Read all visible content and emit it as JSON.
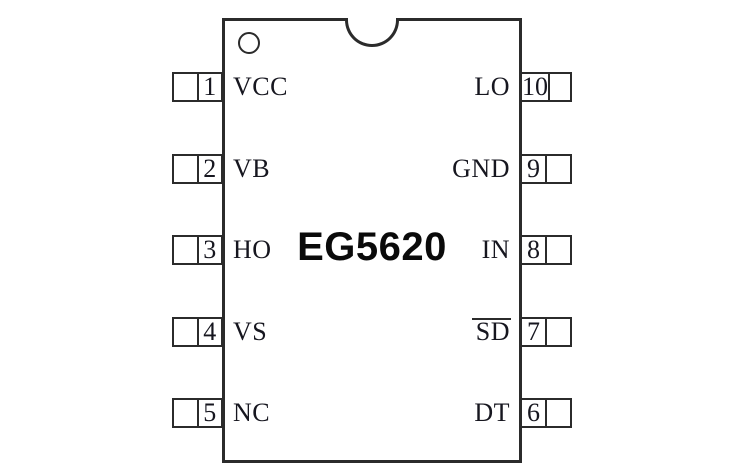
{
  "diagram": {
    "part_number": "EG5620",
    "left_pins": [
      {
        "number": "1",
        "label": "VCC",
        "overline": false
      },
      {
        "number": "2",
        "label": "VB",
        "overline": false
      },
      {
        "number": "3",
        "label": "HO",
        "overline": false
      },
      {
        "number": "4",
        "label": "VS",
        "overline": false
      },
      {
        "number": "5",
        "label": "NC",
        "overline": false
      }
    ],
    "right_pins": [
      {
        "number": "10",
        "label": "LO",
        "overline": false
      },
      {
        "number": "9",
        "label": "GND",
        "overline": false
      },
      {
        "number": "8",
        "label": "IN",
        "overline": false
      },
      {
        "number": "7",
        "label": "SD",
        "overline": true
      },
      {
        "number": "6",
        "label": "DT",
        "overline": false
      }
    ],
    "colors": {
      "line": "#2b2b2b",
      "text": "#16161f",
      "background": "#ffffff"
    }
  }
}
